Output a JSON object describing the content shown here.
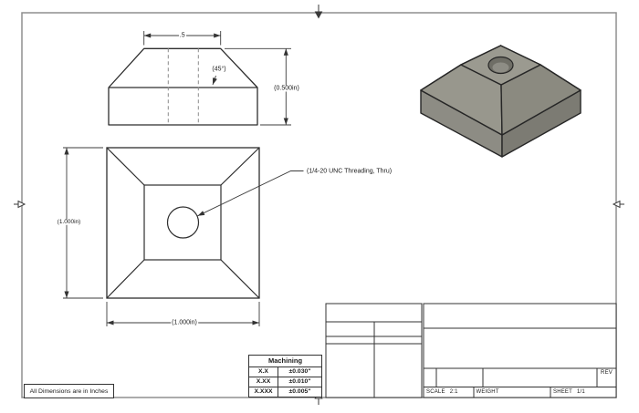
{
  "sheet": {
    "note": "All Dimensions are in Inches"
  },
  "front_view": {
    "dim_top_width": ".5",
    "dim_chamfer_angle": "(45°)",
    "dim_overall_height": "(0.500in)"
  },
  "top_view": {
    "dim_side_left": "(1.000in)",
    "dim_side_bottom": "(1.000in)",
    "thread_callout": "(1/4-20 UNC Threading, Thru)"
  },
  "tolerance_table": {
    "title": "Machining",
    "rows": [
      {
        "precision": "X.X",
        "tolerance": "±0.030\""
      },
      {
        "precision": "X.XX",
        "tolerance": "±0.010\""
      },
      {
        "precision": "X.XXX",
        "tolerance": "±0.005\""
      }
    ]
  },
  "title_block": {
    "rev_label": "REV",
    "scale_label": "SCALE",
    "scale_value": "2:1",
    "weight_label": "WEIGHT",
    "sheet_label": "SHEET",
    "sheet_value": "1/1"
  },
  "colors": {
    "iso_top_face": "#9b9a90",
    "iso_back_left_slope": "#888780",
    "iso_back_right_slope": "#82817b",
    "iso_front_left_slope": "#98978d",
    "iso_front_right_slope": "#8b8a80",
    "iso_base_left": "#8d8c84",
    "iso_base_right": "#7c7b73",
    "iso_hole_dark": "#6f6e66",
    "iso_hole_light": "#8e8d85"
  }
}
